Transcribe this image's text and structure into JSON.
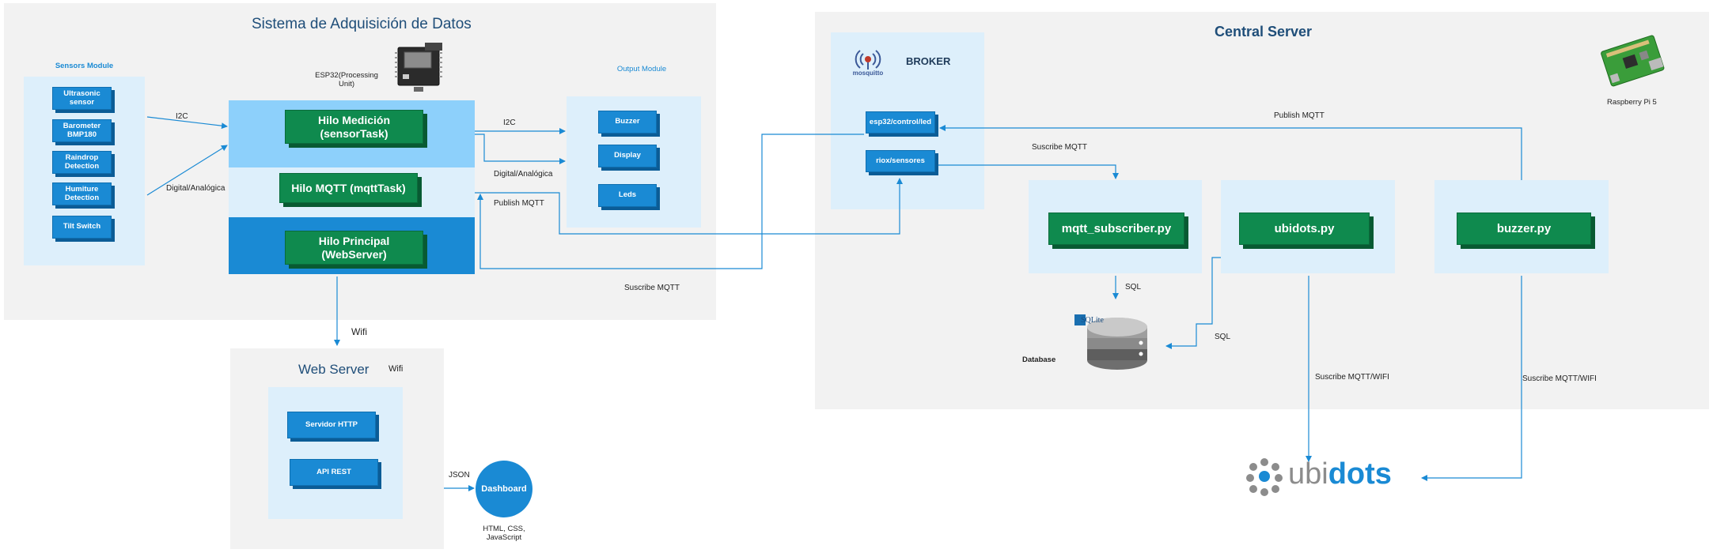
{
  "acquisition": {
    "title": "Sistema de Adquisición de Datos",
    "esp32_label": "ESP32(Processing Unit)",
    "sensors": {
      "title": "Sensors Module",
      "items": [
        "Ultrasonic sensor",
        "Barometer BMP180",
        "Raindrop Detection",
        "Humiture Detection",
        "Tilt Switch"
      ]
    },
    "output": {
      "title": "Output Module",
      "items": [
        "Buzzer",
        "Display",
        "Leds"
      ]
    },
    "threads": [
      "Hilo Medición (sensorTask)",
      "Hilo MQTT (mqttTask)",
      "Hilo Principal (WebServer)"
    ]
  },
  "edge_labels": {
    "i2c_in": "I2C",
    "digital_in": "Digital/Analógica",
    "i2c_out": "I2C",
    "digital_out": "Digital/Analógica",
    "publish_mqtt_esp": "Publish MQTT",
    "suscribe_mqtt_esp": "Suscribe MQTT",
    "wifi_down": "Wifi",
    "json": "JSON",
    "suscribe_mqtt_broker": "Suscribe MQTT",
    "publish_mqtt_buzzer": "Publish MQTT",
    "sql_1": "SQL",
    "sql_2": "SQL",
    "suscribe_wifi_1": "Suscribe MQTT/WIFI",
    "suscribe_wifi_2": "Suscribe MQTT/WIFI"
  },
  "webserver": {
    "title": "Web Server",
    "wifi": "Wifi",
    "items": [
      "Servidor HTTP",
      "API REST"
    ]
  },
  "dashboard": {
    "label": "Dashboard",
    "tech": "HTML, CSS, JavaScript"
  },
  "central": {
    "title": "Central Server",
    "broker": "BROKER",
    "mosquitto": "mosquitto",
    "topics": [
      "esp32/control/led",
      "riox/sensores"
    ],
    "scripts": [
      "mqtt_subscriber.py",
      "ubidots.py",
      "buzzer.py"
    ],
    "raspberry": "Raspberry Pi 5",
    "database": "Database",
    "sqlite": "SQLite"
  },
  "ubidots": {
    "prefix": "ubi",
    "suffix": "dots"
  },
  "colors": {
    "panel": "#f2f2f2",
    "light_blue": "#ddeffb",
    "box_blue": "#1a8ad4",
    "box_green": "#0f8a4e",
    "title_blue": "#1f4e79",
    "arrow": "#1a8ad4"
  }
}
